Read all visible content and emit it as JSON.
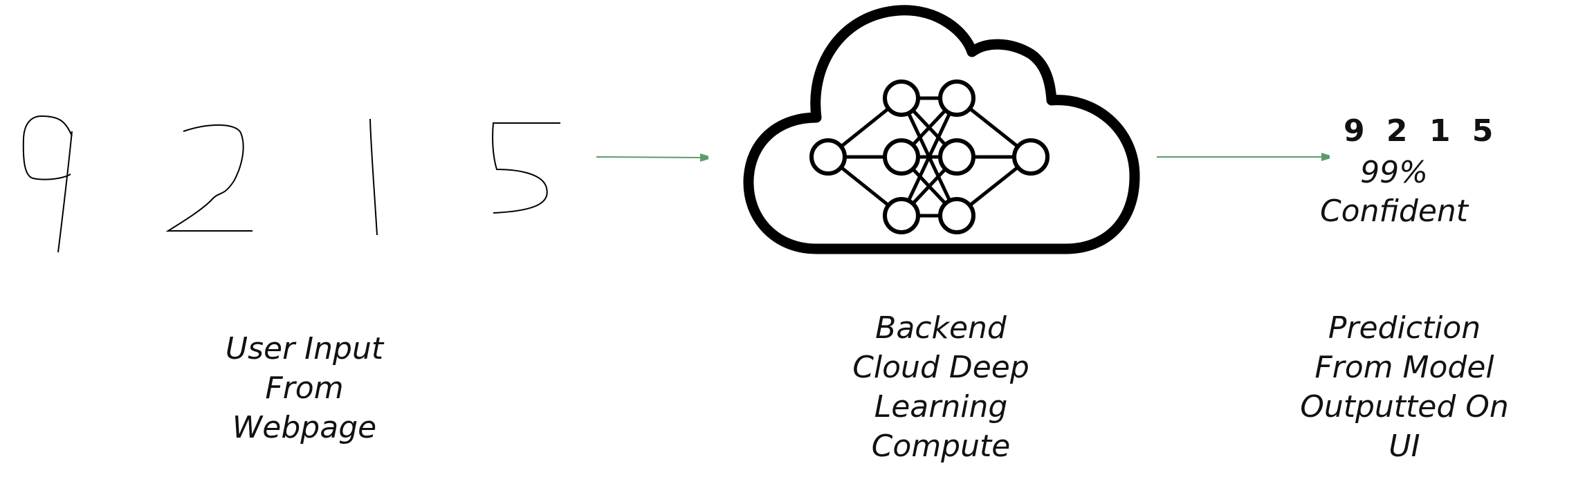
{
  "input": {
    "digits": [
      "9",
      "2",
      "1",
      "5"
    ],
    "caption": [
      "User Input",
      "From",
      "Webpage"
    ]
  },
  "backend": {
    "icon": "cloud-neural-network-icon",
    "caption": [
      "Backend",
      "Cloud Deep",
      "Learning",
      "Compute"
    ]
  },
  "output": {
    "prediction": "9 2 1 5",
    "confidence": "99%",
    "confidence_word": "Confident",
    "caption": [
      "Prediction",
      "From Model",
      "Outputted On",
      "UI"
    ]
  },
  "colors": {
    "arrow": "#5c9c6c",
    "stroke": "#000000"
  }
}
